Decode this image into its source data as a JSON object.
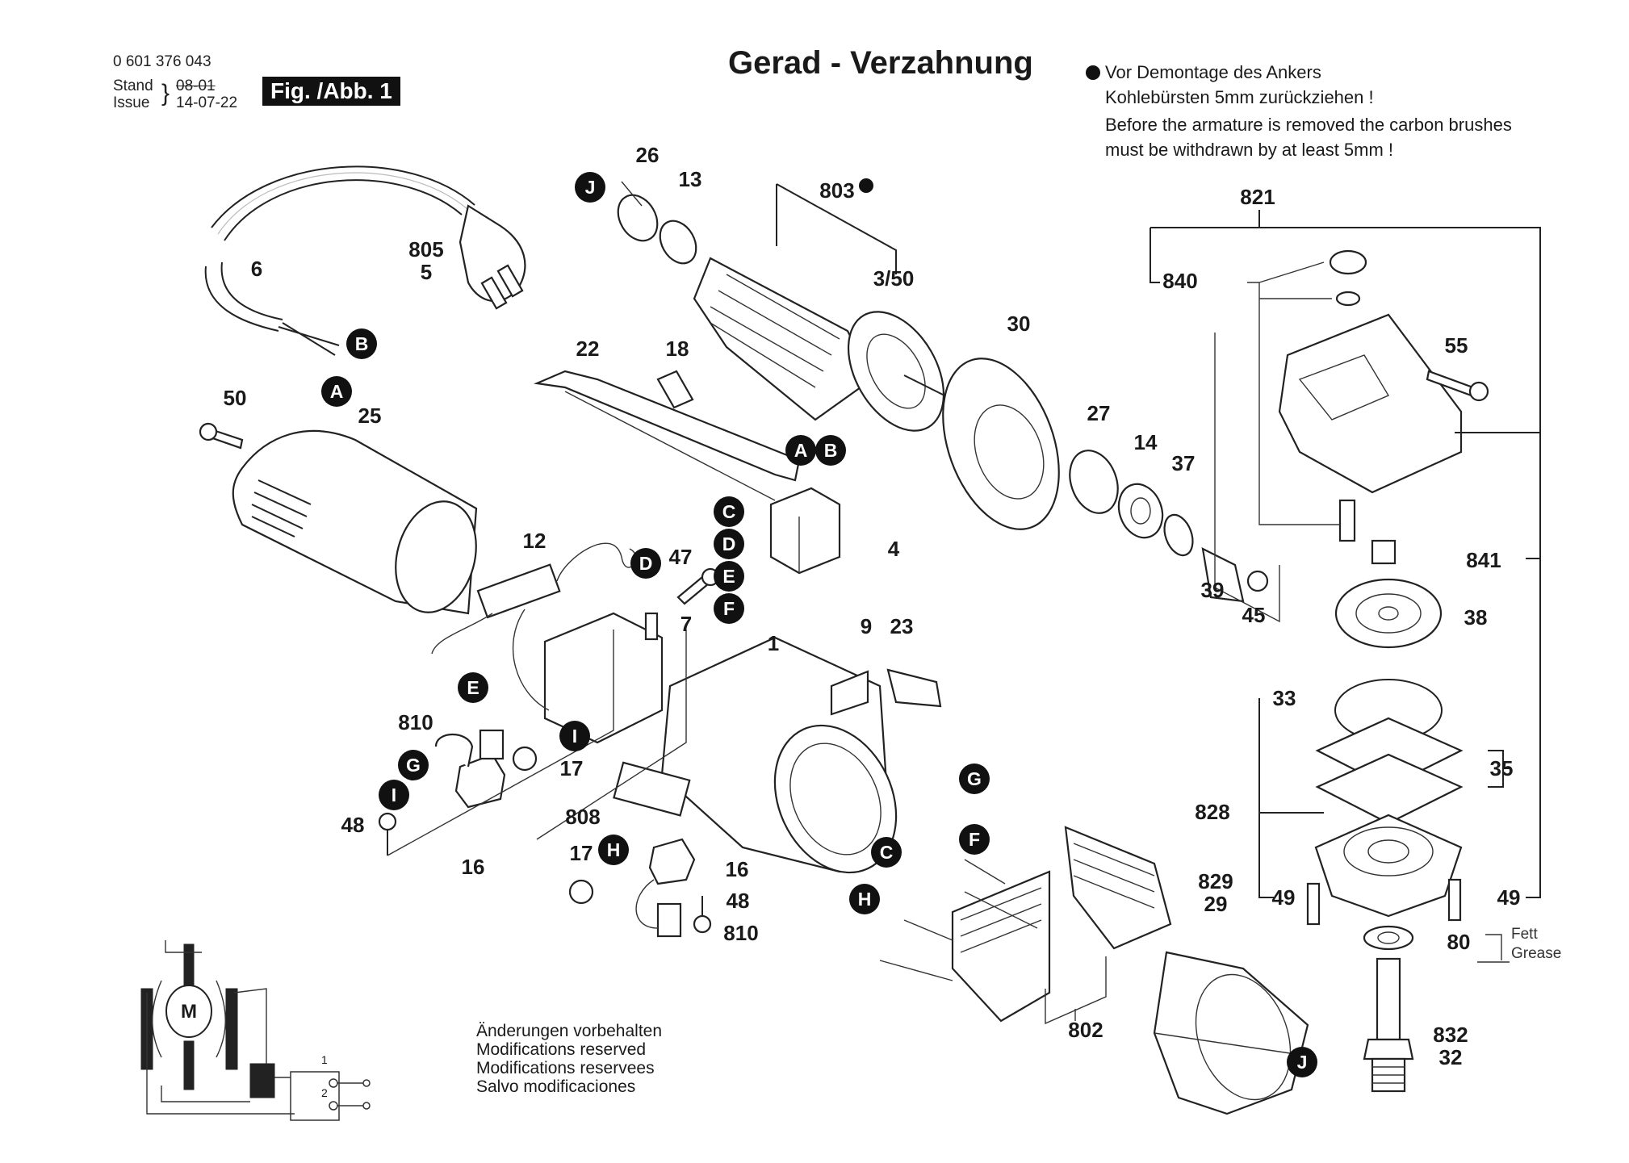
{
  "header": {
    "part_number": "0 601 376 043",
    "stand_label": "Stand",
    "stand_value": "08-01",
    "issue_label": "Issue",
    "issue_value": "14-07-22",
    "figure_badge": "Fig. /Abb. 1",
    "title": "Gerad - Verzahnung"
  },
  "notice": {
    "de_line1": "Vor Demontage des Ankers",
    "de_line2": "Kohlebürsten 5mm zurückziehen !",
    "en_line1": "Before the armature is removed the carbon brushes",
    "en_line2": "must be withdrawn by at least 5mm !",
    "bullet_icon": "filled-circle"
  },
  "part_labels": [
    {
      "id": "6",
      "text": "6"
    },
    {
      "id": "805-5",
      "text": "805\n5"
    },
    {
      "id": "26",
      "text": "26"
    },
    {
      "id": "13",
      "text": "13"
    },
    {
      "id": "803",
      "text": "803"
    },
    {
      "id": "3-50",
      "text": "3/50"
    },
    {
      "id": "821",
      "text": "821"
    },
    {
      "id": "840",
      "text": "840"
    },
    {
      "id": "55",
      "text": "55"
    },
    {
      "id": "30",
      "text": "30"
    },
    {
      "id": "22",
      "text": "22"
    },
    {
      "id": "18",
      "text": "18"
    },
    {
      "id": "50",
      "text": "50"
    },
    {
      "id": "25",
      "text": "25"
    },
    {
      "id": "27",
      "text": "27"
    },
    {
      "id": "14",
      "text": "14"
    },
    {
      "id": "37",
      "text": "37"
    },
    {
      "id": "4",
      "text": "4"
    },
    {
      "id": "12",
      "text": "12"
    },
    {
      "id": "47",
      "text": "47"
    },
    {
      "id": "39",
      "text": "39"
    },
    {
      "id": "45",
      "text": "45"
    },
    {
      "id": "841",
      "text": "841"
    },
    {
      "id": "38",
      "text": "38"
    },
    {
      "id": "7",
      "text": "7"
    },
    {
      "id": "9",
      "text": "9"
    },
    {
      "id": "23",
      "text": "23"
    },
    {
      "id": "1",
      "text": "1"
    },
    {
      "id": "33",
      "text": "33"
    },
    {
      "id": "810a",
      "text": "810"
    },
    {
      "id": "17a",
      "text": "17"
    },
    {
      "id": "35",
      "text": "35"
    },
    {
      "id": "48a",
      "text": "48"
    },
    {
      "id": "808",
      "text": "808"
    },
    {
      "id": "828",
      "text": "828"
    },
    {
      "id": "16a",
      "text": "16"
    },
    {
      "id": "17b",
      "text": "17"
    },
    {
      "id": "16b",
      "text": "16"
    },
    {
      "id": "48b",
      "text": "48"
    },
    {
      "id": "810b",
      "text": "810"
    },
    {
      "id": "829-29",
      "text": "829\n29"
    },
    {
      "id": "49a",
      "text": "49"
    },
    {
      "id": "49b",
      "text": "49"
    },
    {
      "id": "80",
      "text": "80"
    },
    {
      "id": "802",
      "text": "802"
    },
    {
      "id": "832-32",
      "text": "832\n32"
    }
  ],
  "connection_refs": [
    {
      "id": "J-top",
      "letter": "J"
    },
    {
      "id": "B-cord",
      "letter": "B"
    },
    {
      "id": "A-cord",
      "letter": "A"
    },
    {
      "id": "A-switch",
      "letter": "A"
    },
    {
      "id": "B-switch",
      "letter": "B"
    },
    {
      "id": "C-switch",
      "letter": "C"
    },
    {
      "id": "D-switch",
      "letter": "D"
    },
    {
      "id": "E-switch",
      "letter": "E"
    },
    {
      "id": "F-switch",
      "letter": "F"
    },
    {
      "id": "D-cap",
      "letter": "D"
    },
    {
      "id": "E-cap",
      "letter": "E"
    },
    {
      "id": "I-wire",
      "letter": "I"
    },
    {
      "id": "G-brush",
      "letter": "G"
    },
    {
      "id": "I-brush",
      "letter": "I"
    },
    {
      "id": "H-brush",
      "letter": "H"
    },
    {
      "id": "G-field",
      "letter": "G"
    },
    {
      "id": "F-field",
      "letter": "F"
    },
    {
      "id": "C-field",
      "letter": "C"
    },
    {
      "id": "H-field",
      "letter": "H"
    },
    {
      "id": "J-guard",
      "letter": "J"
    }
  ],
  "grease": {
    "de": "Fett",
    "en": "Grease"
  },
  "schematic": {
    "motor_label": "M",
    "switch_pos_1": "1",
    "switch_pos_2": "2"
  },
  "footer": {
    "line1": "Änderungen vorbehalten",
    "line2": "Modifications reserved",
    "line3": "Modifications reservees",
    "line4": "Salvo modificaciones"
  }
}
